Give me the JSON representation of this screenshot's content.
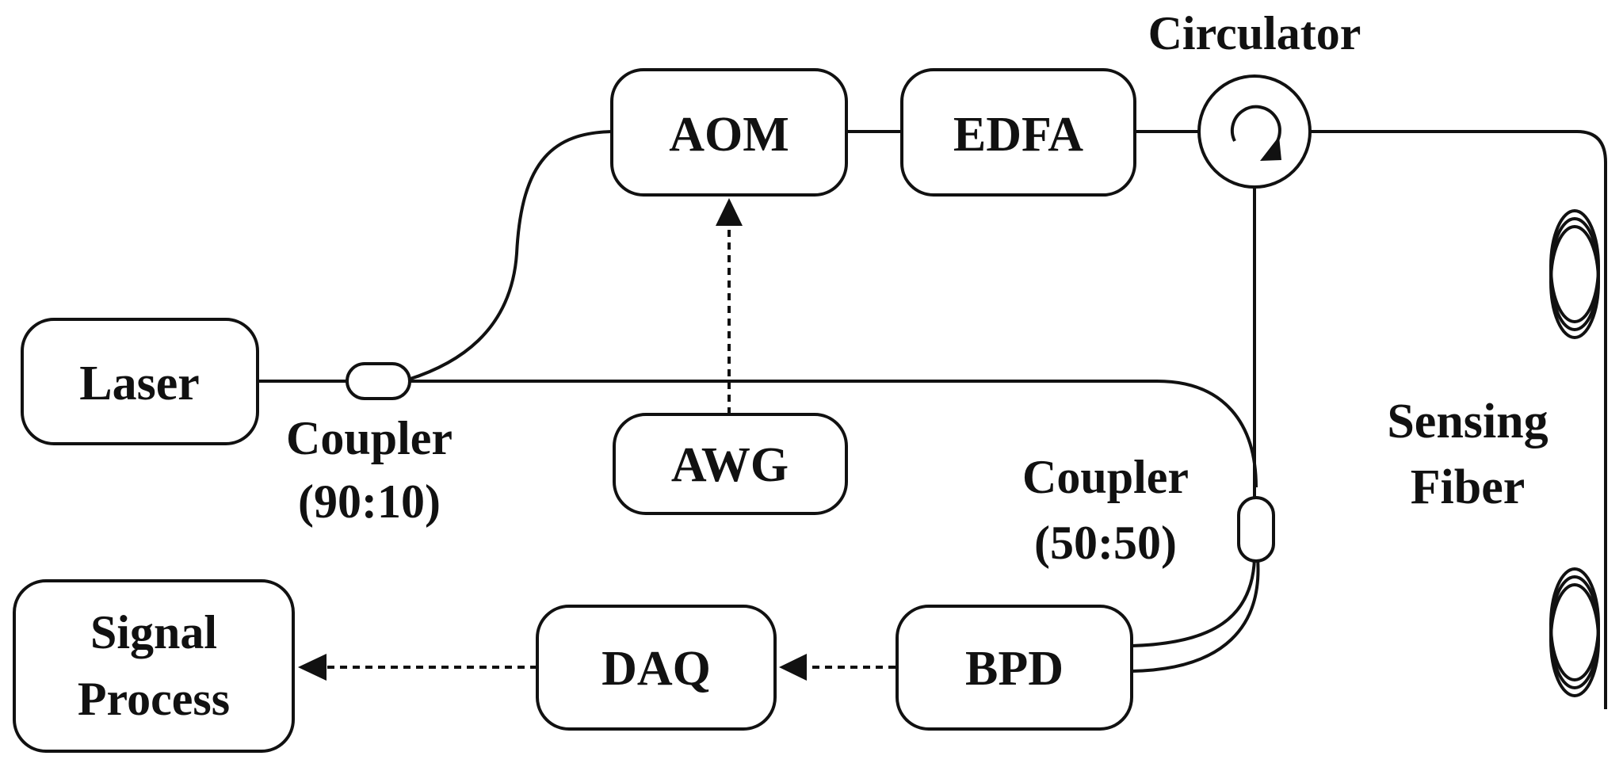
{
  "diagram": {
    "boxes": {
      "laser": "Laser",
      "aom": "AOM",
      "edfa": "EDFA",
      "awg": "AWG",
      "bpd": "BPD",
      "daq": "DAQ",
      "signal_process_line1": "Signal",
      "signal_process_line2": "Process"
    },
    "labels": {
      "circulator": "Circulator",
      "coupler1_line1": "Coupler",
      "coupler1_line2": "(90:10)",
      "coupler2_line1": "Coupler",
      "coupler2_line2": "(50:50)",
      "sensing_line1": "Sensing",
      "sensing_line2": "Fiber"
    },
    "colors": {
      "line": "#111111",
      "background": "#ffffff"
    }
  }
}
